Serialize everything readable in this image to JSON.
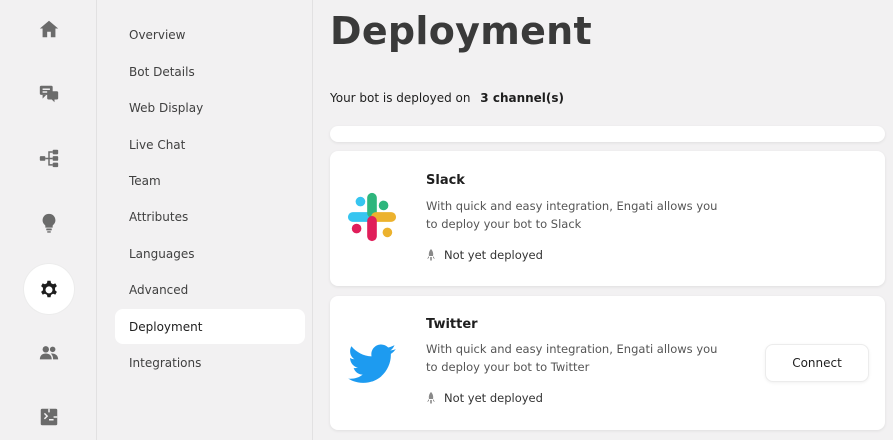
{
  "rail": {
    "items": [
      {
        "icon": "home-icon",
        "name": "rail-home"
      },
      {
        "icon": "chat-icon",
        "name": "rail-conversations"
      },
      {
        "icon": "flow-icon",
        "name": "rail-flows"
      },
      {
        "icon": "lightbulb-icon",
        "name": "rail-insights"
      },
      {
        "icon": "gear-icon",
        "name": "rail-settings",
        "active": true
      },
      {
        "icon": "users-icon",
        "name": "rail-users"
      },
      {
        "icon": "puzzle-icon",
        "name": "rail-integrations"
      }
    ]
  },
  "nav": {
    "items": [
      {
        "label": "Overview"
      },
      {
        "label": "Bot Details"
      },
      {
        "label": "Web Display"
      },
      {
        "label": "Live Chat"
      },
      {
        "label": "Team"
      },
      {
        "label": "Attributes"
      },
      {
        "label": "Languages"
      },
      {
        "label": "Advanced"
      },
      {
        "label": "Deployment",
        "active": true
      },
      {
        "label": "Integrations"
      }
    ]
  },
  "main": {
    "title": "Deployment",
    "summary_prefix": "Your bot is deployed on",
    "summary_count": "3 channel(s)",
    "channels": [
      {
        "name": "Slack",
        "description": "With quick and easy integration, Engati allows you to deploy your bot to Slack",
        "status": "Not yet deployed",
        "icon": "slack-logo"
      },
      {
        "name": "Twitter",
        "description": "With quick and easy integration, Engati allows you to deploy your bot to Twitter",
        "status": "Not yet deployed",
        "icon": "twitter-logo",
        "action_label": "Connect"
      }
    ]
  },
  "colors": {
    "background": "#f2f1f2",
    "card": "#ffffff",
    "twitter_blue": "#1d9bf0",
    "slack_blue": "#36c5f0",
    "slack_green": "#2eb67d",
    "slack_yellow": "#ecb22e",
    "slack_red": "#e01e5a"
  }
}
